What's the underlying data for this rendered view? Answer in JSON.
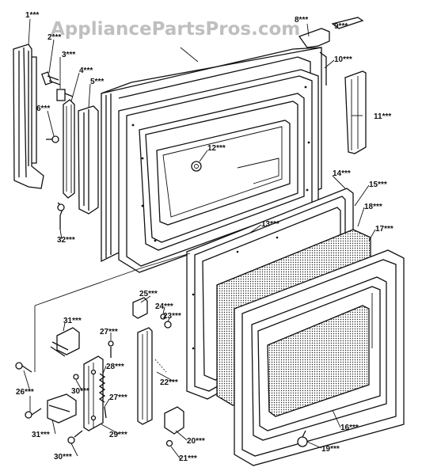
{
  "watermark": "AppliancePartsPros.com",
  "labels": {
    "l1": "1***",
    "l2": "2***",
    "l3": "3***",
    "l4": "4***",
    "l5": "5***",
    "l6": "6***",
    "l8": "8***",
    "l9": "9***",
    "l10": "10***",
    "l11": "11***",
    "l12": "12***",
    "l13": "13***",
    "l14": "14***",
    "l15": "15***",
    "l16": "16***",
    "l17": "17***",
    "l18": "18***",
    "l19": "19***",
    "l20": "20***",
    "l21": "21***",
    "l22": "22***",
    "l23": "23***",
    "l24": "24***",
    "l25": "25***",
    "l26": "26***",
    "l27a": "27***",
    "l27b": "27***",
    "l28": "28***",
    "l29": "29***",
    "l30a": "30***",
    "l30b": "30***",
    "l31a": "31***",
    "l31b": "31***",
    "l32": "32***"
  }
}
